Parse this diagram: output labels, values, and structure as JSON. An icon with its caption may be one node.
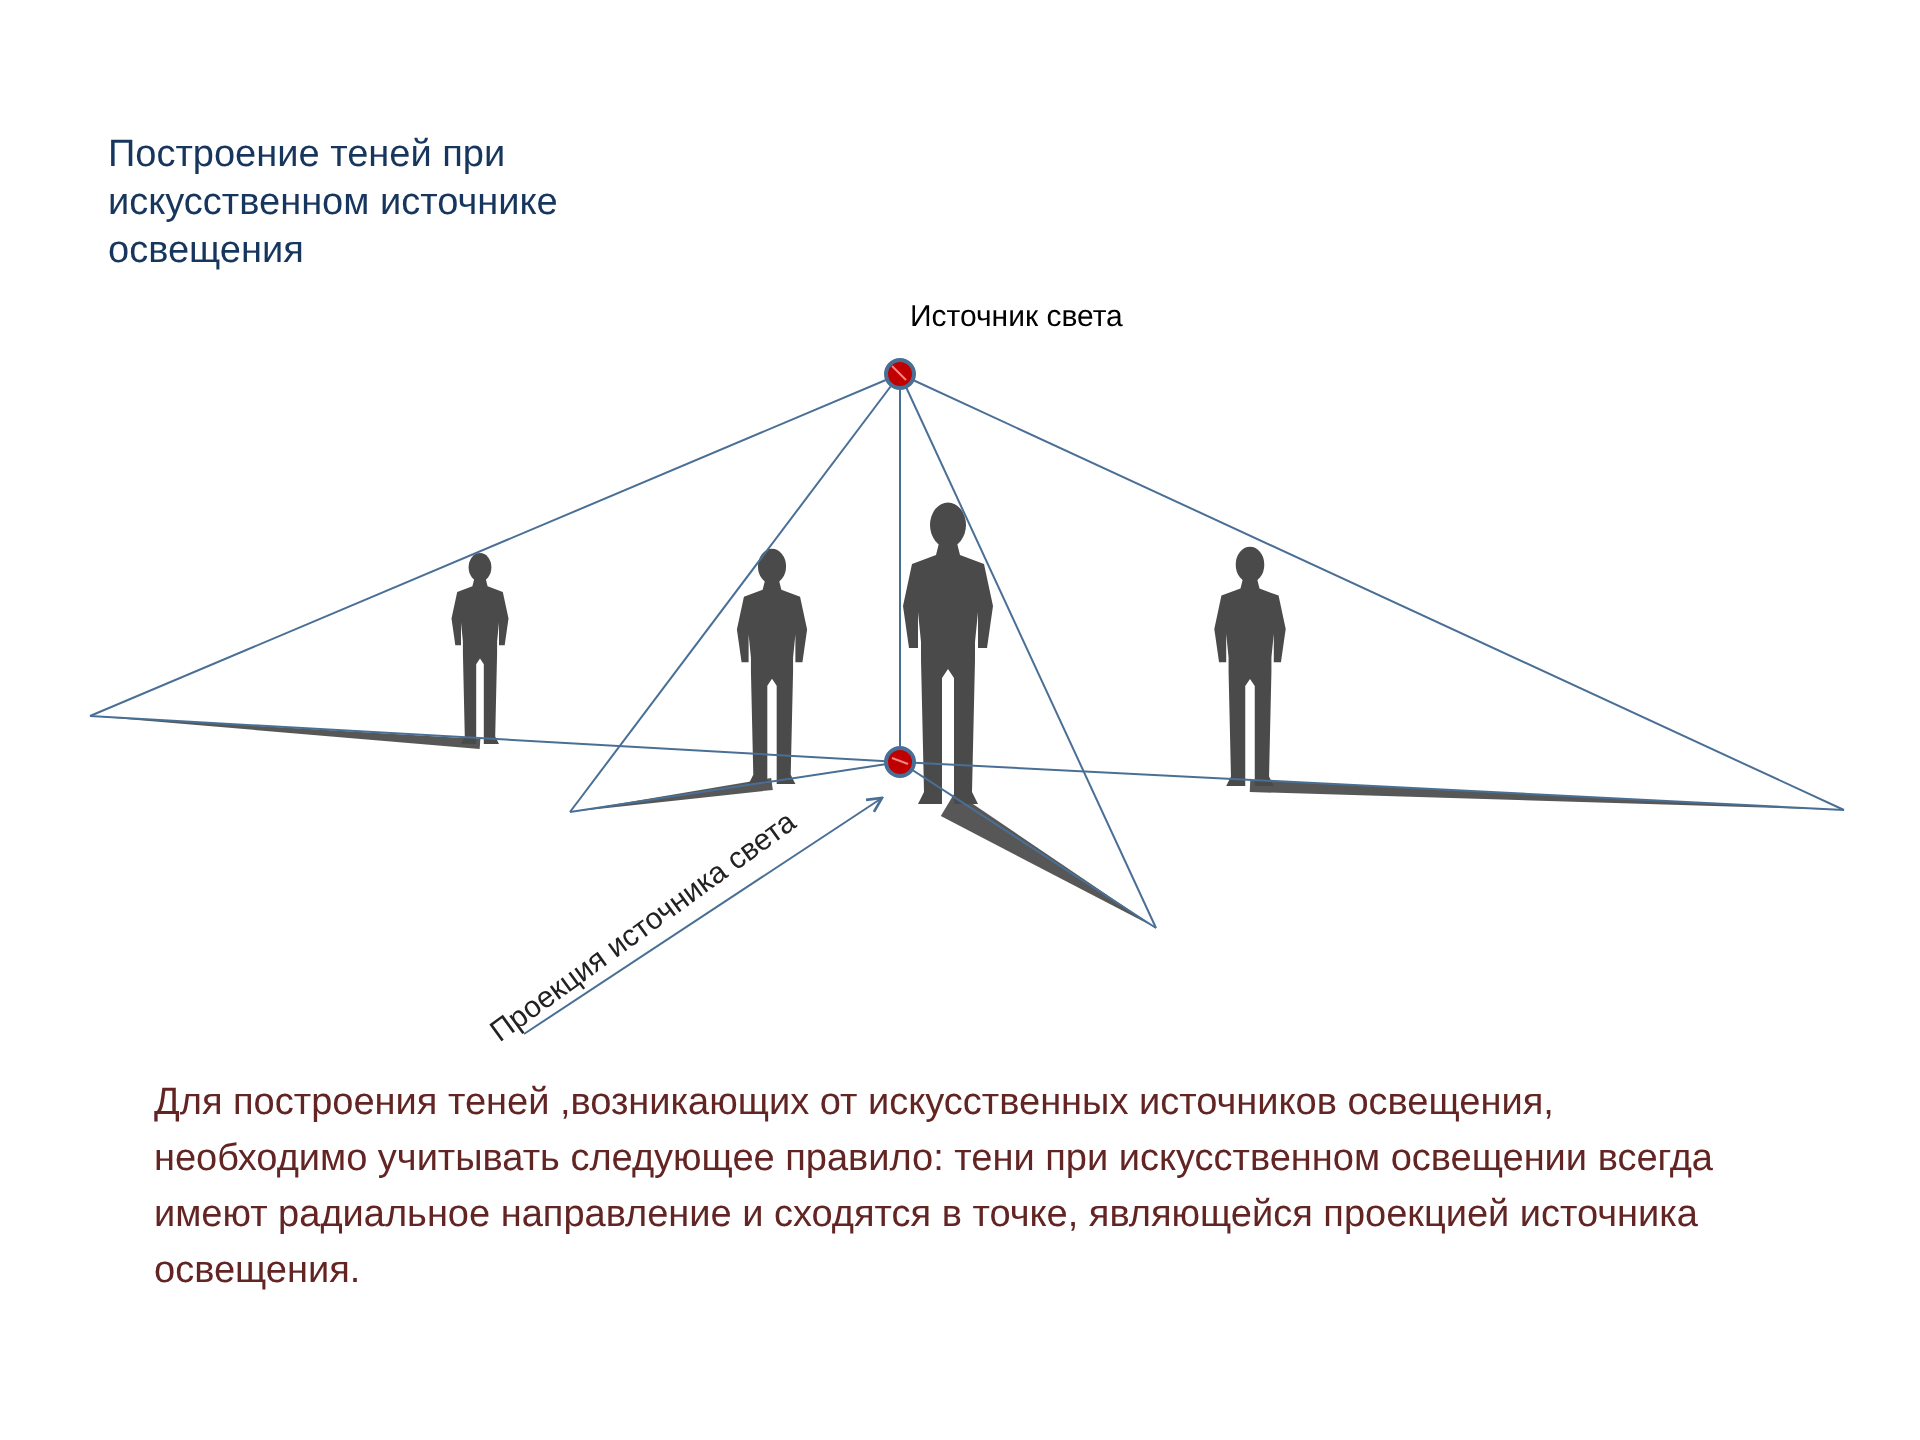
{
  "diagram": {
    "title": "Построение теней при искусственном источнике освещения",
    "caption": "Для построения теней ,возникающих от искусственных источников освещения, необходимо учитывать следующее правило: тени при искусственном освещении всегда имеют радиальное направление и сходятся в точке, являющейся проекцией источника освещения.",
    "nodes": [
      {
        "text": [
          "Источник света"
        ]
      },
      {
        "text": [],
        "shape": "circle"
      },
      {
        "text": [
          "Проекция источника света"
        ]
      }
    ],
    "edges": [
      {
        "from": 0,
        "to": 1,
        "arrow": "none"
      },
      {
        "from": 2,
        "to": 1,
        "arrow": "to"
      }
    ]
  }
}
